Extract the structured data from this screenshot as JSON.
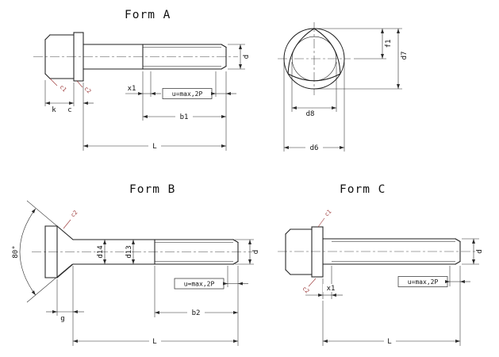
{
  "drawing": {
    "background": "#ffffff",
    "line_color": "#1f1f1f",
    "dim_color": "#2a2a2a",
    "callout_color": "#993333",
    "form_a": {
      "title": "Form A",
      "labels": {
        "d": "d",
        "x1": "x1",
        "u": "u=max,2P",
        "b1": "b1",
        "L": "L",
        "k": "k",
        "c": "c",
        "callout_head": "c1",
        "callout_flange": "c2"
      }
    },
    "end_view": {
      "labels": {
        "f1": "f1",
        "d7": "d7",
        "d8": "d8",
        "d6": "d6"
      }
    },
    "form_b": {
      "title": "Form B",
      "labels": {
        "angle": "80°",
        "d14": "d14",
        "d13": "d13",
        "d": "d",
        "u": "u=max,2P",
        "b2": "b2",
        "g": "g",
        "L": "L",
        "callout_head": "c2"
      }
    },
    "form_c": {
      "title": "Form C",
      "labels": {
        "d": "d",
        "u": "u=max,2P",
        "x1": "x1",
        "L": "L",
        "callout_top": "c1",
        "callout_bottom": "c2"
      }
    }
  }
}
